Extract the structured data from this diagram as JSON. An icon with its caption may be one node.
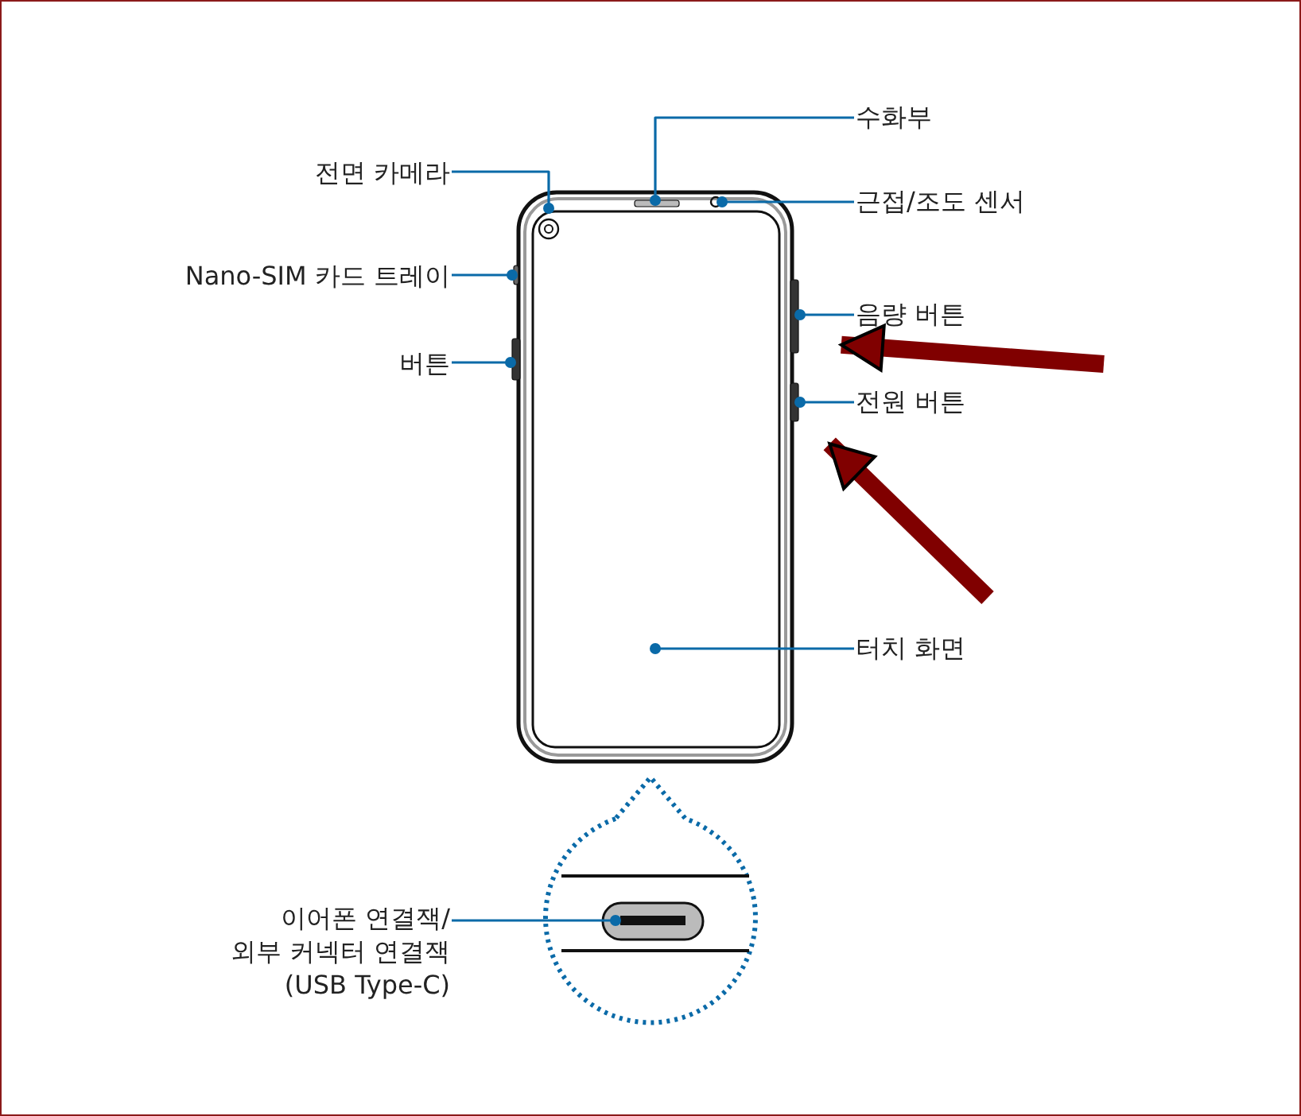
{
  "diagram": {
    "nodes": [
      {
        "text": [
          "수화부"
        ]
      },
      {
        "text": [
          "전면 카메라"
        ]
      },
      {
        "text": [
          "근접/조도 센서"
        ]
      },
      {
        "text": [
          "Nano-SIM 카드 트레이"
        ]
      },
      {
        "text": [
          "음량 버튼"
        ]
      },
      {
        "text": [
          "버튼"
        ]
      },
      {
        "text": [
          "전원 버튼"
        ]
      },
      {
        "text": [
          "터치 화면"
        ]
      },
      {
        "text": [
          "이어폰 연결잭/ 외부 커넥터 연결잭 (USB Type-C)"
        ]
      },
      {
        "text": [],
        "shape": "bar"
      },
      {
        "text": [],
        "shape": "bar"
      },
      {
        "text": [],
        "shape": "bar"
      },
      {
        "text": [],
        "shape": "bar"
      },
      {
        "text": [],
        "shape": "bar"
      },
      {
        "text": [],
        "shape": "circle"
      }
    ],
    "edges": [
      {
        "from": 0,
        "to": 11,
        "arrow": "other"
      },
      {
        "from": 1,
        "to": null,
        "arrow": "other"
      },
      {
        "from": 2,
        "to": 14,
        "arrow": "other"
      },
      {
        "from": 3,
        "to": 9,
        "arrow": "other"
      },
      {
        "from": 4,
        "to": 12,
        "arrow": "other"
      },
      {
        "from": 5,
        "to": 10,
        "arrow": "other"
      },
      {
        "from": 6,
        "to": 13,
        "arrow": "other"
      },
      {
        "from": 7,
        "to": null,
        "arrow": "other"
      },
      {
        "from": 8,
        "to": null,
        "arrow": "other"
      },
      {
        "from": null,
        "to": 12,
        "arrow": "to",
        "style": "thick",
        "color": "#800000"
      },
      {
        "from": null,
        "to": 13,
        "arrow": "to",
        "style": "thick",
        "color": "#800000"
      }
    ]
  }
}
